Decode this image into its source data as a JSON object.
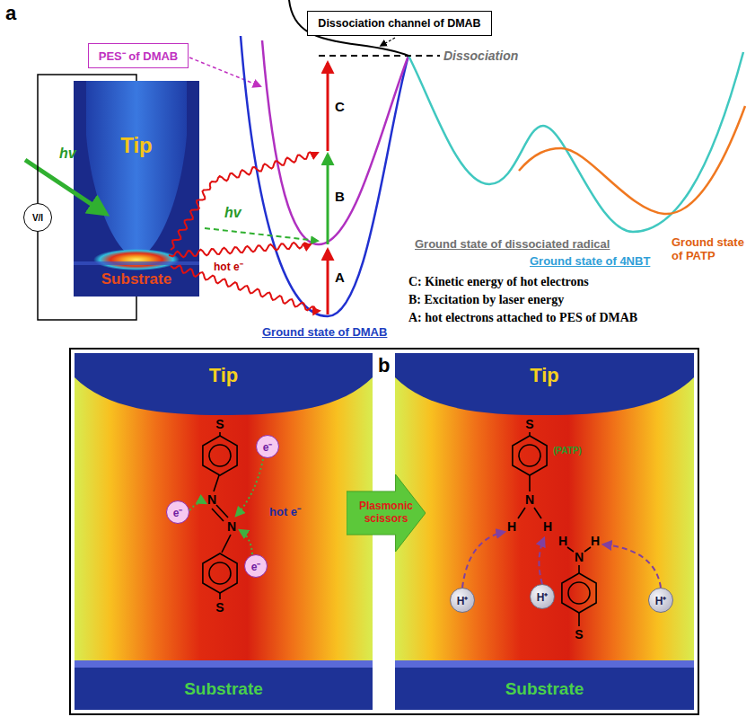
{
  "diagram": {
    "nodes": [
      {
        "text": [
          "Dissociation channel of DMAB"
        ]
      },
      {
        "text": [
          "PES⁻ of DMAB"
        ]
      },
      {
        "text": [
          "Tip"
        ]
      },
      {
        "text": [
          "Substrate"
        ]
      },
      {
        "text": [
          "V/I"
        ]
      },
      {
        "text": [
          "Tip"
        ]
      },
      {
        "text": [
          "Substrate"
        ]
      },
      {
        "text": [
          "e⁻"
        ]
      },
      {
        "text": [
          "e⁻"
        ]
      },
      {
        "text": [
          "e⁻"
        ]
      },
      {
        "text": [
          "Plasmonic scissors"
        ]
      },
      {
        "text": [
          "Tip"
        ]
      },
      {
        "text": [
          "Substrate"
        ]
      },
      {
        "text": [
          "H⁺"
        ]
      },
      {
        "text": [
          "H⁺"
        ]
      },
      {
        "text": [
          "H⁺"
        ]
      }
    ],
    "edges": [
      {
        "from": 4,
        "to": 2,
        "arrow": "none"
      },
      {
        "from": 4,
        "to": 3,
        "arrow": "none"
      }
    ],
    "labels": [
      "a",
      "Dissociation",
      "hv",
      "hot e⁻",
      "hv",
      "C",
      "B",
      "A",
      "Ground state of DMAB",
      "Ground state of dissociated radical",
      "Ground state of 4NBT",
      "Ground state of PATP",
      "C: Kinetic energy of hot electrons",
      "B: Excitation by laser energy",
      "A: hot electrons attached to PES of DMAB",
      "b",
      "S",
      "N",
      "N",
      "S",
      "hot e⁻",
      "S",
      "(PATP)",
      "N",
      "H",
      "H",
      "H",
      "H",
      "N",
      "S"
    ]
  }
}
